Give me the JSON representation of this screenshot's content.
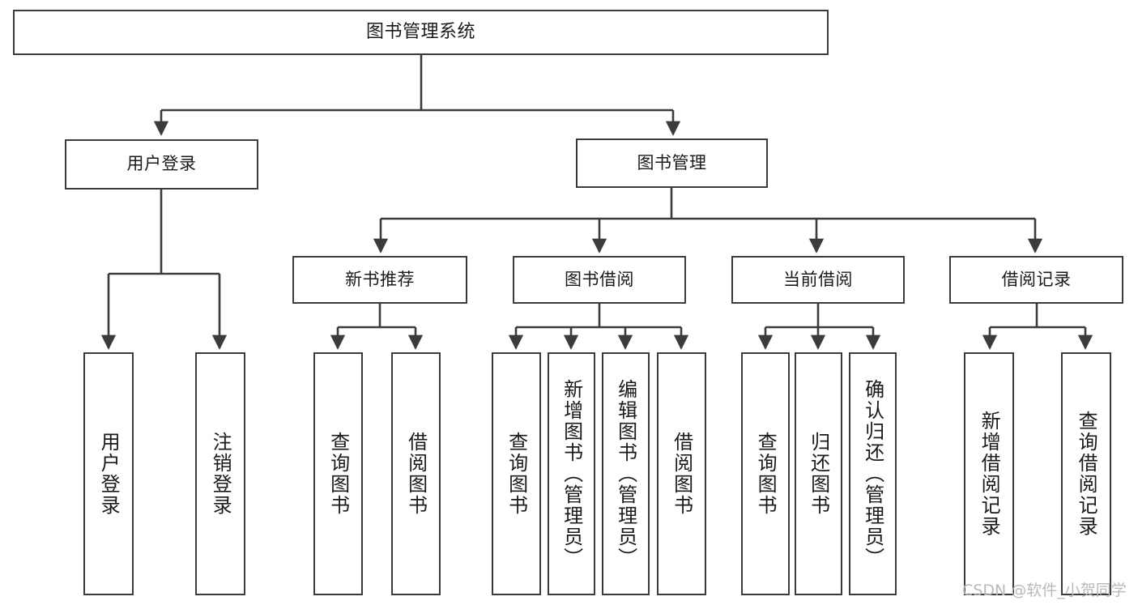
{
  "diagram": {
    "type": "tree-hierarchy",
    "title": "图书管理系统",
    "stroke_color": "#3b3b3b",
    "background_color": "#ffffff",
    "watermark": "CSDN @软件_小贺同学",
    "nodes": {
      "root": {
        "label": "图书管理系统"
      },
      "level1": [
        {
          "label": "用户登录"
        },
        {
          "label": "图书管理"
        }
      ],
      "level2": [
        {
          "label": "新书推荐"
        },
        {
          "label": "图书借阅"
        },
        {
          "label": "当前借阅"
        },
        {
          "label": "借阅记录"
        }
      ],
      "leaves": {
        "user_login": [
          {
            "label": "用户登录"
          },
          {
            "label": "注销登录"
          }
        ],
        "new_book_recommend": [
          {
            "label": "查询图书"
          },
          {
            "label": "借阅图书"
          }
        ],
        "book_borrow": [
          {
            "label": "查询图书"
          },
          {
            "label": "新增图书（管理员）"
          },
          {
            "label": "编辑图书（管理员）"
          },
          {
            "label": "借阅图书"
          }
        ],
        "current_borrow": [
          {
            "label": "查询图书"
          },
          {
            "label": "归还图书"
          },
          {
            "label": "确认归还（管理员）"
          }
        ],
        "borrow_record": [
          {
            "label": "新增借阅记录"
          },
          {
            "label": "查询借阅记录"
          }
        ]
      }
    }
  }
}
